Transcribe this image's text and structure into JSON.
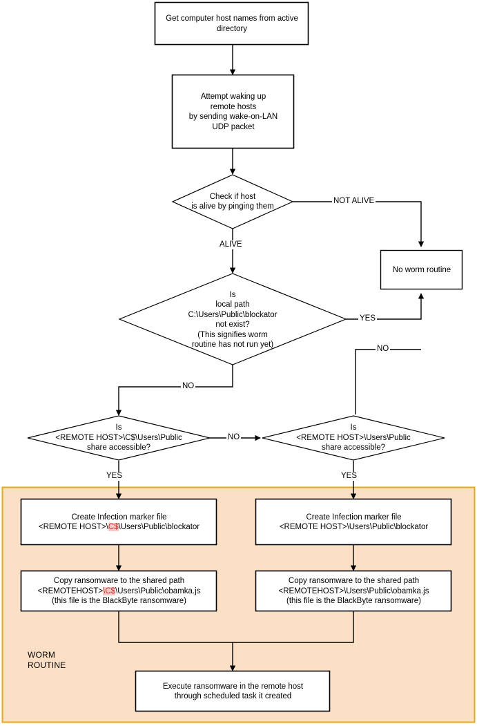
{
  "diagram": {
    "title_label": "WORM ROUTINE",
    "region_label": "WORM\nROUTINE",
    "colors": {
      "region_fill": "#fce0c5",
      "region_border": "#e6a817",
      "node_stroke": "#000000",
      "node_fill": "#ffffff",
      "highlight_bg": "#f9c9c9",
      "highlight_fg": "#c0392b"
    },
    "nodes": {
      "get_hosts": "Get computer host names from active\ndirectory",
      "wake_hosts": "Attempt waking up\nremote hosts\nby sending wake-on-LAN\nUDP packet",
      "check_alive": "Check if host\nis alive by pinging them",
      "no_worm_routine": "No worm routine",
      "local_path_check": "Is\nlocal path\nC:\\Users\\Public\\blockator\nnot exist?\n(This signifies worm\nroutine has not run yet)",
      "share_check_c": {
        "line1": "Is",
        "line2": "<REMOTE HOST>\\C$\\Users\\Public",
        "line3": "share accessible?"
      },
      "share_check_public": {
        "line1": "Is",
        "line2": "<REMOTE HOST>\\Users\\Public",
        "line3": "share accessible?"
      },
      "marker_left": {
        "line1": "Create Infection marker file",
        "line2_pre": "<REMOTE HOST>\\",
        "line2_hl": "C$",
        "line2_post": "\\Users\\Public\\blockator"
      },
      "marker_right": {
        "line1": "Create Infection marker file",
        "line2": "<REMOTE HOST>\\Users\\Public\\blockator"
      },
      "copy_left": {
        "line1": "Copy ransomware to the shared path",
        "line2_pre": "<REMOTEHOST>",
        "line2_hl": "\\C$",
        "line2_post": "\\Users\\Public\\obamka.js",
        "line3": "(this file is the BlackByte ransomware)"
      },
      "copy_right": {
        "line1": "Copy ransomware to the shared path",
        "line2": "<REMOTEHOST>\\Users\\Public\\obamka.js",
        "line3": "(this file is the BlackByte ransomware)"
      },
      "execute": "Execute ransomware in the remote host\nthrough scheduled task it created"
    },
    "edge_labels": {
      "not_alive": "NOT ALIVE",
      "alive": "ALIVE",
      "yes_local_path": "YES",
      "no_local_path": "NO",
      "no_right_branch": "NO",
      "no_share_left": "NO",
      "yes_share_left": "YES",
      "yes_share_right": "YES"
    }
  }
}
